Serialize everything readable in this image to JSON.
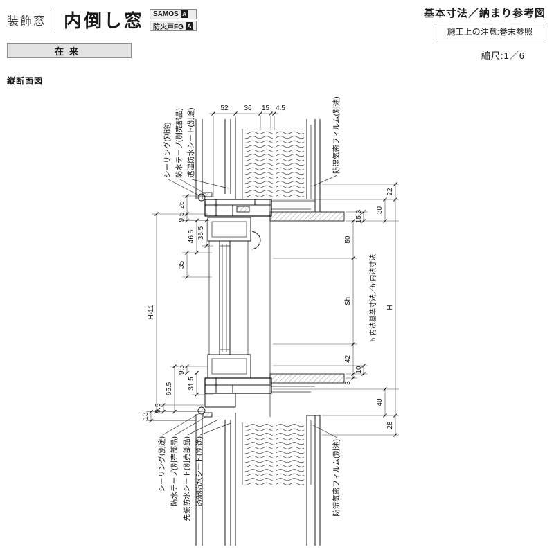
{
  "header": {
    "category": "装飾窓",
    "title": "内倒し窓",
    "badges": [
      {
        "label": "SAMOS",
        "mark": "A"
      },
      {
        "label": "防火戸FG",
        "mark": "A"
      }
    ],
    "construction_type": "在来",
    "doc_title": "基本寸法／納まり参考図",
    "note": "施工上の注意:巻末参照",
    "scale": "縮尺:1／6"
  },
  "drawing": {
    "view_label": "縦断面図",
    "top_dims": [
      "52",
      "36",
      "15",
      "4.5"
    ],
    "left_dims": [
      "26",
      "9.5",
      "46.5",
      "36.5",
      "35",
      "H-11",
      "9.5",
      "65.5",
      "31.5",
      "9.5",
      "13"
    ],
    "right_dims": [
      "22",
      "30",
      "15.3",
      "50",
      "Sh",
      "42",
      "10",
      "3",
      "40",
      "28",
      "H"
    ],
    "axis_label": "h:内法基準寸法／h:内法寸法",
    "top_labels": [
      "シーリング(別途)",
      "防水テープ(別売部品)",
      "透湿防水シート(別途)",
      "防湿気密フィルム(別途)"
    ],
    "bottom_labels": [
      "シーリング(別途)",
      "防水テープ(別売部品)",
      "先張防水シート(別売部品)",
      "透湿防水シート(別途)",
      "防湿気密フィルム(別途)"
    ]
  }
}
